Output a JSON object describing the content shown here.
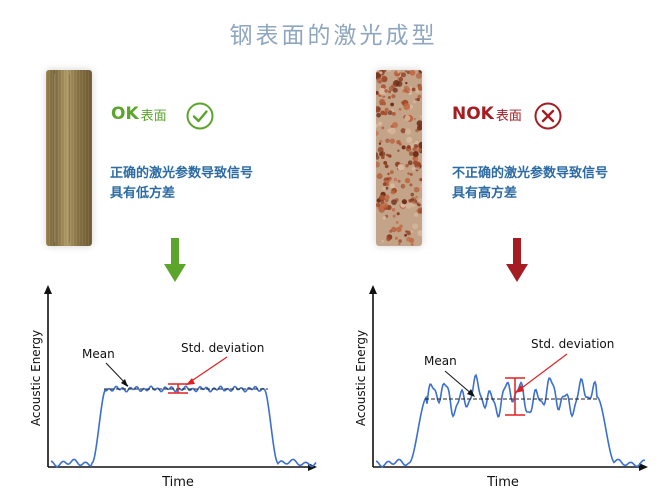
{
  "title": "钢表面的激光成型",
  "ok_panel": {
    "label": "OK",
    "label_suffix": "表面",
    "description_line1": "正确的激光参数导致信号",
    "description_line2": "具有低方差",
    "status_icon": "check-circle-icon",
    "color": "#5aa52a",
    "chart": {
      "ylabel": "Acoustic Energy",
      "xlabel": "Time",
      "mean_label": "Mean",
      "std_label": "Std. deviation",
      "variance": "low"
    }
  },
  "nok_panel": {
    "label": "NOK",
    "label_suffix": "表面",
    "description_line1": "不正确的激光参数导致信号",
    "description_line2": "具有高方差",
    "status_icon": "x-circle-icon",
    "color": "#a51d22",
    "chart": {
      "ylabel": "Acoustic Energy",
      "xlabel": "Time",
      "mean_label": "Mean",
      "std_label": "Std. deviation",
      "variance": "high"
    }
  },
  "colors": {
    "title": "#8fa6c0",
    "description": "#2c6ba3",
    "signal_line": "#3b6fd1",
    "std_marker": "#e02020"
  }
}
